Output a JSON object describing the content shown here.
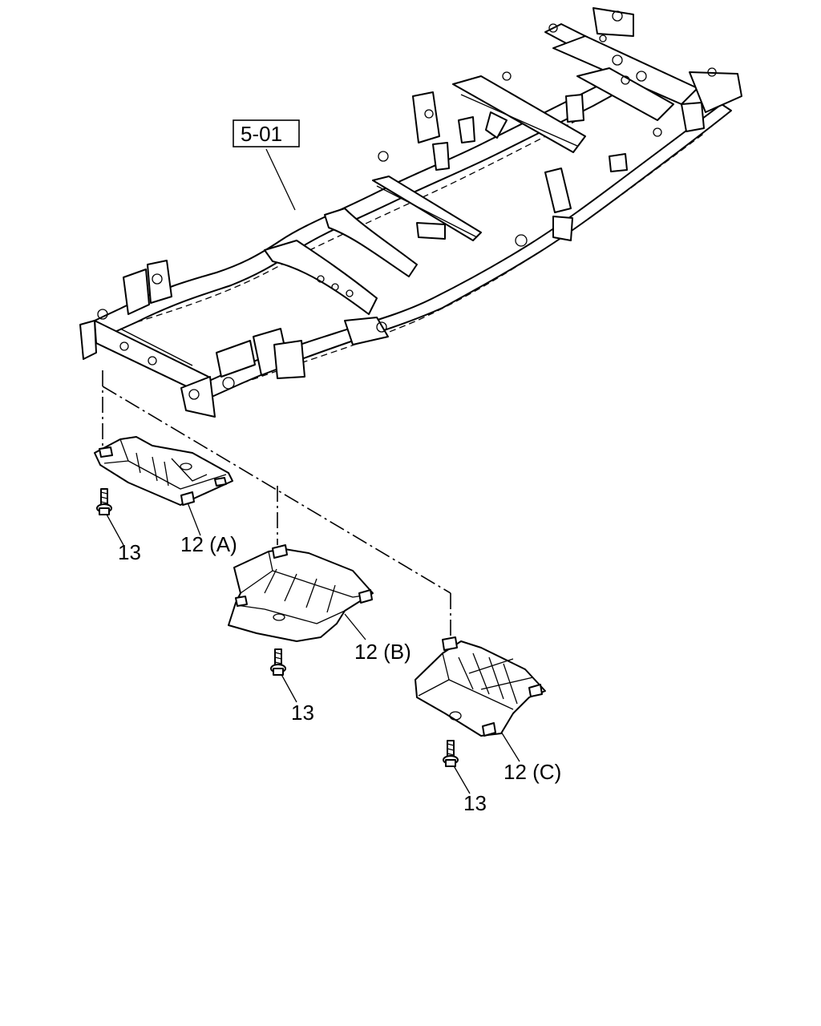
{
  "callouts": {
    "frame_ref": "5-01",
    "plate_a": "12 (A)",
    "plate_b": "12 (B)",
    "plate_c": "12 (C)",
    "bolt_a": "13",
    "bolt_b": "13",
    "bolt_c": "13"
  }
}
